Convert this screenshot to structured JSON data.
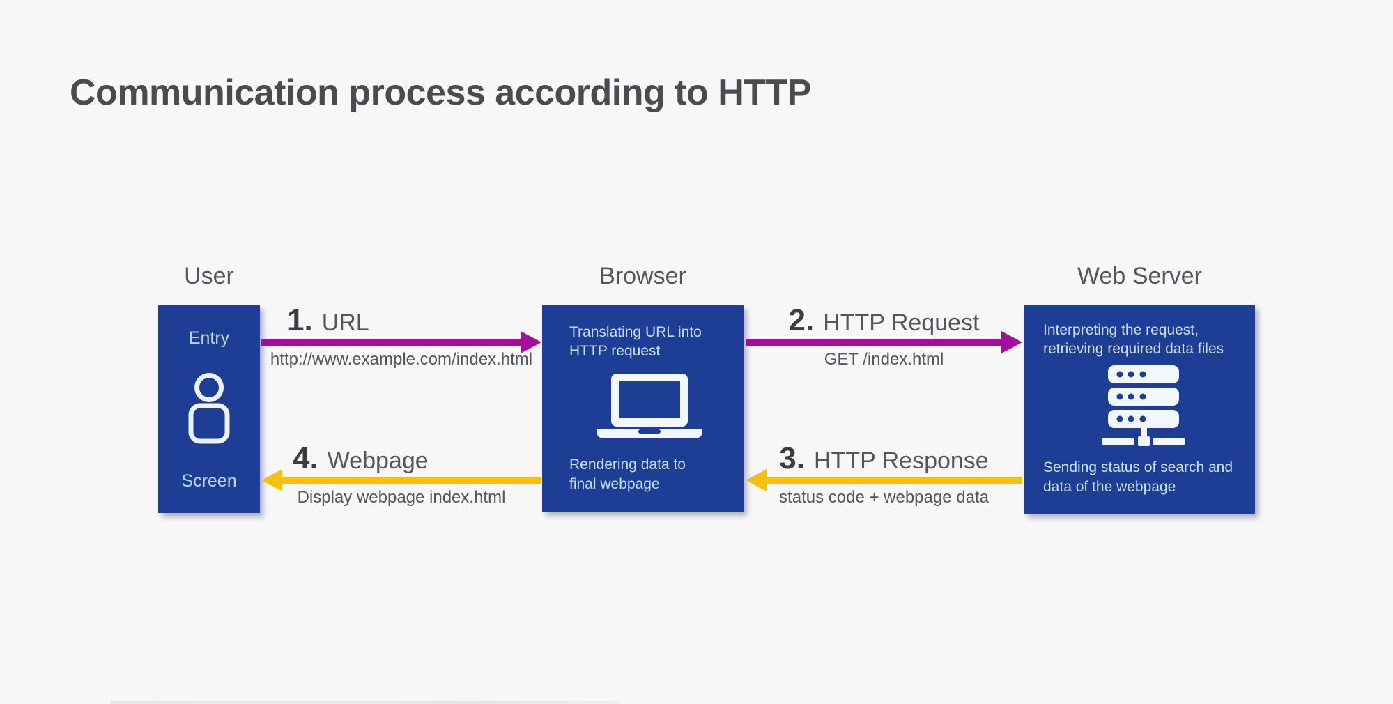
{
  "title": "Communication process according to HTTP",
  "nodes": {
    "user": {
      "title": "User",
      "top_label": "Entry",
      "bottom_label": "Screen",
      "icon": "person-icon"
    },
    "browser": {
      "title": "Browser",
      "top_lines": [
        "Translating URL into",
        "HTTP request"
      ],
      "bottom_lines": [
        "Rendering data to",
        "final webpage"
      ],
      "icon": "laptop-icon"
    },
    "server": {
      "title": "Web Server",
      "top_lines": [
        "Interpreting the request,",
        "retrieving required data files"
      ],
      "bottom_lines": [
        "Sending status of search and",
        "data of the webpage"
      ],
      "icon": "server-rack-icon"
    }
  },
  "arrows": [
    {
      "number": "1.",
      "label": "URL",
      "sublabel": "http://www.example.com/index.html",
      "direction": "right",
      "color": "#a60d9d"
    },
    {
      "number": "2.",
      "label": "HTTP Request",
      "sublabel": "GET /index.html",
      "direction": "right",
      "color": "#a60d9d"
    },
    {
      "number": "3.",
      "label": "HTTP Response",
      "sublabel": "status code + webpage data",
      "direction": "left",
      "color": "#f2c114"
    },
    {
      "number": "4.",
      "label": "Webpage",
      "sublabel": "Display webpage index.html",
      "direction": "left",
      "color": "#f2c114"
    }
  ],
  "colors": {
    "background": "#f7f7f8",
    "node_fill": "#1d3e94",
    "node_text": "#cadef6",
    "request_arrow": "#a60d9d",
    "response_arrow": "#f2c114",
    "heading_text": "#4a4b4d"
  }
}
